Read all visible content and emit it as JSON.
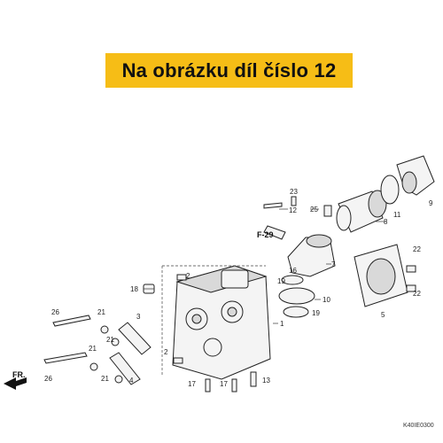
{
  "banner": {
    "text": "Na obrázku díl číslo 12",
    "color": "#f6bd16"
  },
  "diagram": {
    "callouts": [
      "1",
      "2",
      "2",
      "3",
      "4",
      "5",
      "7",
      "8",
      "9",
      "10",
      "11",
      "12",
      "13",
      "16",
      "17",
      "17",
      "18",
      "19",
      "19",
      "21",
      "21",
      "21",
      "21",
      "22",
      "22",
      "23",
      "25",
      "26",
      "26"
    ],
    "reference": "F-29",
    "direction_label": "FR.",
    "drawing_code": "K40IE0300"
  }
}
